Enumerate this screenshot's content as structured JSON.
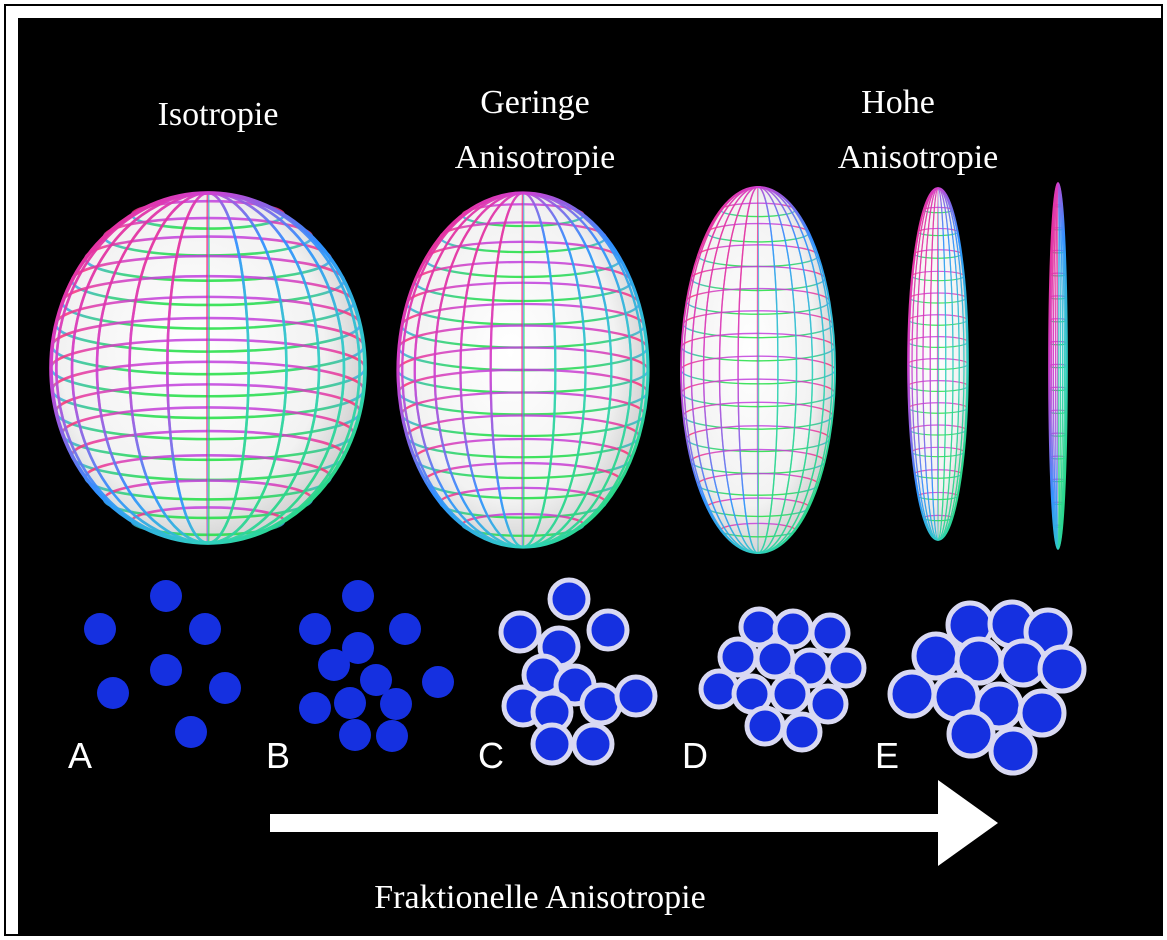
{
  "headers": {
    "isotropy": "Isotropie",
    "low_line1": "Geringe",
    "low_line2": "Anisotropie",
    "high_line1": "Hohe",
    "high_line2": "Anisotropie"
  },
  "panels": {
    "a": "A",
    "b": "B",
    "c": "C",
    "d": "D",
    "e": "E"
  },
  "axis_label": "Fraktionelle Anisotropie",
  "colors": {
    "background": "#000000",
    "text": "#ffffff",
    "fiber_fill": "#1530e0",
    "fiber_sheath": "#d9d9f2",
    "ellipsoid_top": "#d040d0",
    "ellipsoid_left": "#ff2060",
    "ellipsoid_right": "#3090ff",
    "ellipsoid_bottom": "#20e040"
  }
}
